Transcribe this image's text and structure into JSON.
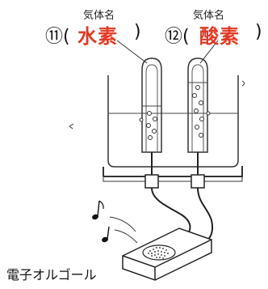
{
  "labels": {
    "gas_name_left": "気体名",
    "gas_name_right": "気体名",
    "num_left": "⑪(",
    "num_right": "⑫(",
    "close_paren": ")",
    "answer_left": "水素",
    "answer_right": "酸素",
    "music_box": "電子オルゴール"
  },
  "colors": {
    "ink": "#222222",
    "answer": "#e23a24"
  }
}
